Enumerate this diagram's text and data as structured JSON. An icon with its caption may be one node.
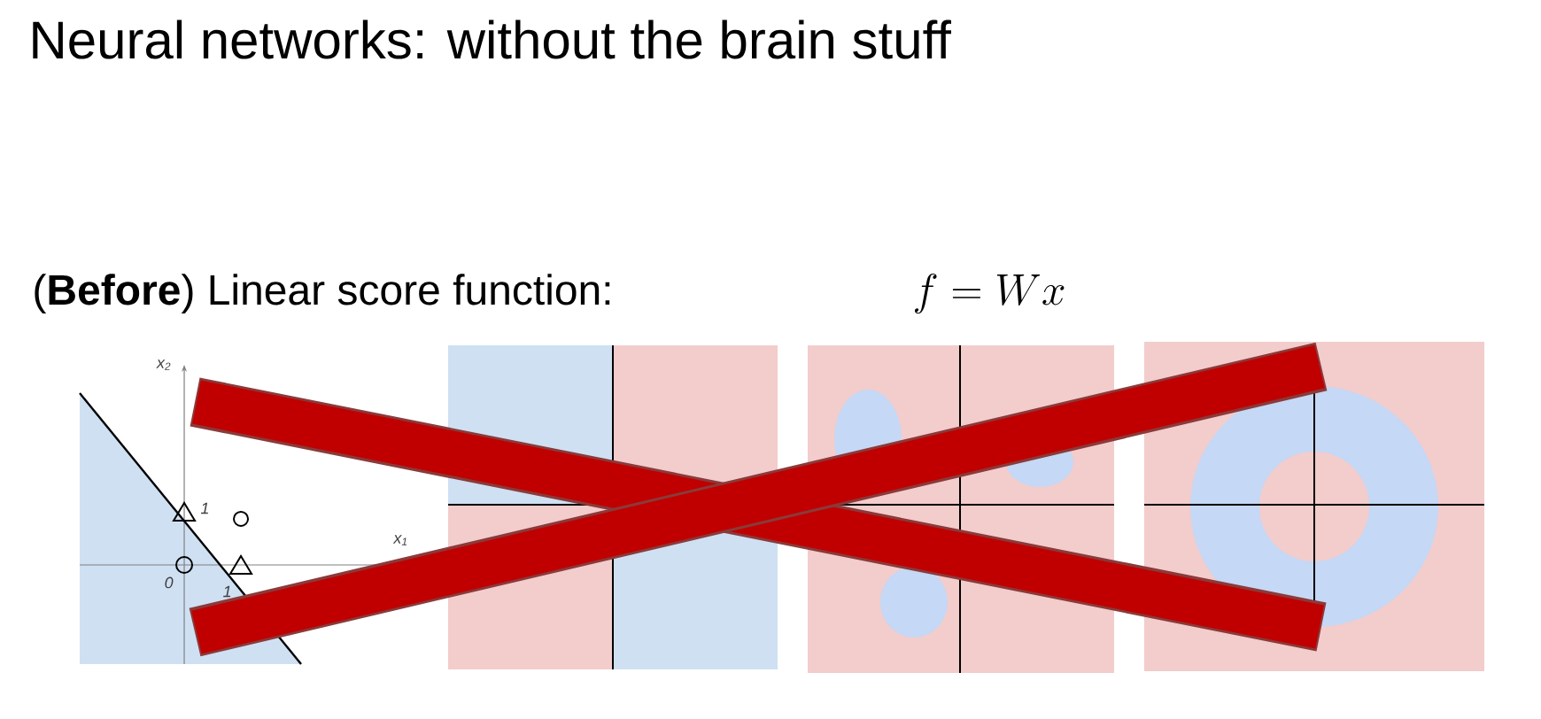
{
  "diagram": {
    "title": "Neural networks: without the brain stuff",
    "labels": [
      "(**Before**) Linear score function:",
      "f = W x",
      "x$_{2}$",
      "x$_{1}$",
      "1",
      "0",
      "1"
    ]
  }
}
